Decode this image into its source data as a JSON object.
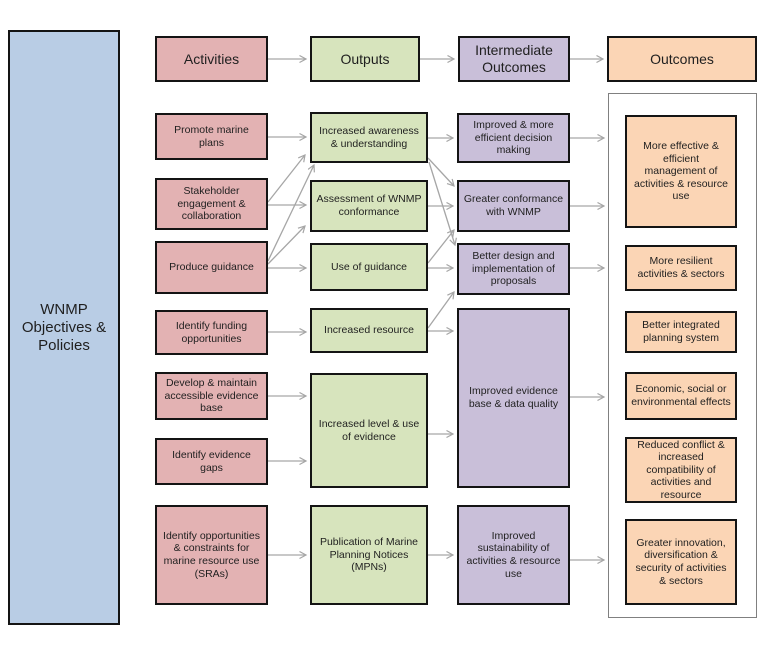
{
  "diagram": {
    "source": "WNMP Objectives & Policies",
    "headers": [
      "Activities",
      "Outputs",
      "Intermediate Outcomes",
      "Outcomes"
    ],
    "activities": [
      "Promote marine plans",
      "Stakeholder engagement & collaboration",
      "Produce guidance",
      "Identify funding opportunities",
      "Develop & maintain accessible evidence base",
      "Identify evidence gaps",
      "Identify opportunities & constraints for marine resource use (SRAs)"
    ],
    "outputs": [
      "Increased awareness & understanding",
      "Assessment of WNMP conformance",
      "Use of guidance",
      "Increased resource",
      "Increased level & use of evidence",
      "Publication of Marine Planning Notices (MPNs)"
    ],
    "intermediate_outcomes": [
      "Improved & more efficient decision making",
      "Greater conformance with WNMP",
      "Better design and implementation of proposals",
      "Improved evidence base & data quality",
      "Improved sustainability of activities & resource use"
    ],
    "outcomes": [
      "More effective & efficient management of activities & resource use",
      "More resilient activities & sectors",
      "Better integrated planning system",
      "Economic, social or environmental effects",
      "Reduced conflict & increased compatibility of activities and resource",
      "Greater innovation, diversification & security of activities & sectors"
    ],
    "flows": [
      [
        "header.Activities",
        "header.Outputs"
      ],
      [
        "header.Outputs",
        "header.Intermediate Outcomes"
      ],
      [
        "header.Intermediate Outcomes",
        "header.Outcomes"
      ],
      [
        "Promote marine plans",
        "Increased awareness & understanding"
      ],
      [
        "Stakeholder engagement & collaboration",
        "Increased awareness & understanding"
      ],
      [
        "Stakeholder engagement & collaboration",
        "Assessment of WNMP conformance"
      ],
      [
        "Produce guidance",
        "Increased awareness & understanding"
      ],
      [
        "Produce guidance",
        "Assessment of WNMP conformance"
      ],
      [
        "Produce guidance",
        "Use of guidance"
      ],
      [
        "Identify funding opportunities",
        "Increased resource"
      ],
      [
        "Develop & maintain accessible evidence base",
        "Increased level & use of evidence"
      ],
      [
        "Identify evidence gaps",
        "Increased level & use of evidence"
      ],
      [
        "Identify opportunities & constraints for marine resource use (SRAs)",
        "Publication of Marine Planning Notices (MPNs)"
      ],
      [
        "Increased awareness & understanding",
        "Improved & more efficient decision making"
      ],
      [
        "Increased awareness & understanding",
        "Greater conformance with WNMP"
      ],
      [
        "Increased awareness & understanding",
        "Better design and implementation of proposals"
      ],
      [
        "Assessment of WNMP conformance",
        "Greater conformance with WNMP"
      ],
      [
        "Use of guidance",
        "Greater conformance with WNMP"
      ],
      [
        "Use of guidance",
        "Better design and implementation of proposals"
      ],
      [
        "Increased resource",
        "Better design and implementation of proposals"
      ],
      [
        "Increased resource",
        "Improved evidence base & data quality"
      ],
      [
        "Increased level & use of evidence",
        "Improved evidence base & data quality"
      ],
      [
        "Publication of Marine Planning Notices (MPNs)",
        "Improved sustainability of activities & resource use"
      ],
      [
        "Improved & more efficient decision making",
        "Outcomes group"
      ],
      [
        "Greater conformance with WNMP",
        "Outcomes group"
      ],
      [
        "Better design and implementation of proposals",
        "Outcomes group"
      ],
      [
        "Improved evidence base & data quality",
        "Outcomes group"
      ],
      [
        "Improved sustainability of activities & resource use",
        "Outcomes group"
      ]
    ],
    "colors": {
      "source_fill": "#B9CDE5",
      "activities_fill": "#E3B2B3",
      "outputs_fill": "#D7E4BD",
      "intermediate_fill": "#C9BFD9",
      "outcomes_fill": "#FBD5B5",
      "box_border": "#141414",
      "arrow": "#A6A6A6",
      "outcomes_container_border": "#808080"
    }
  }
}
